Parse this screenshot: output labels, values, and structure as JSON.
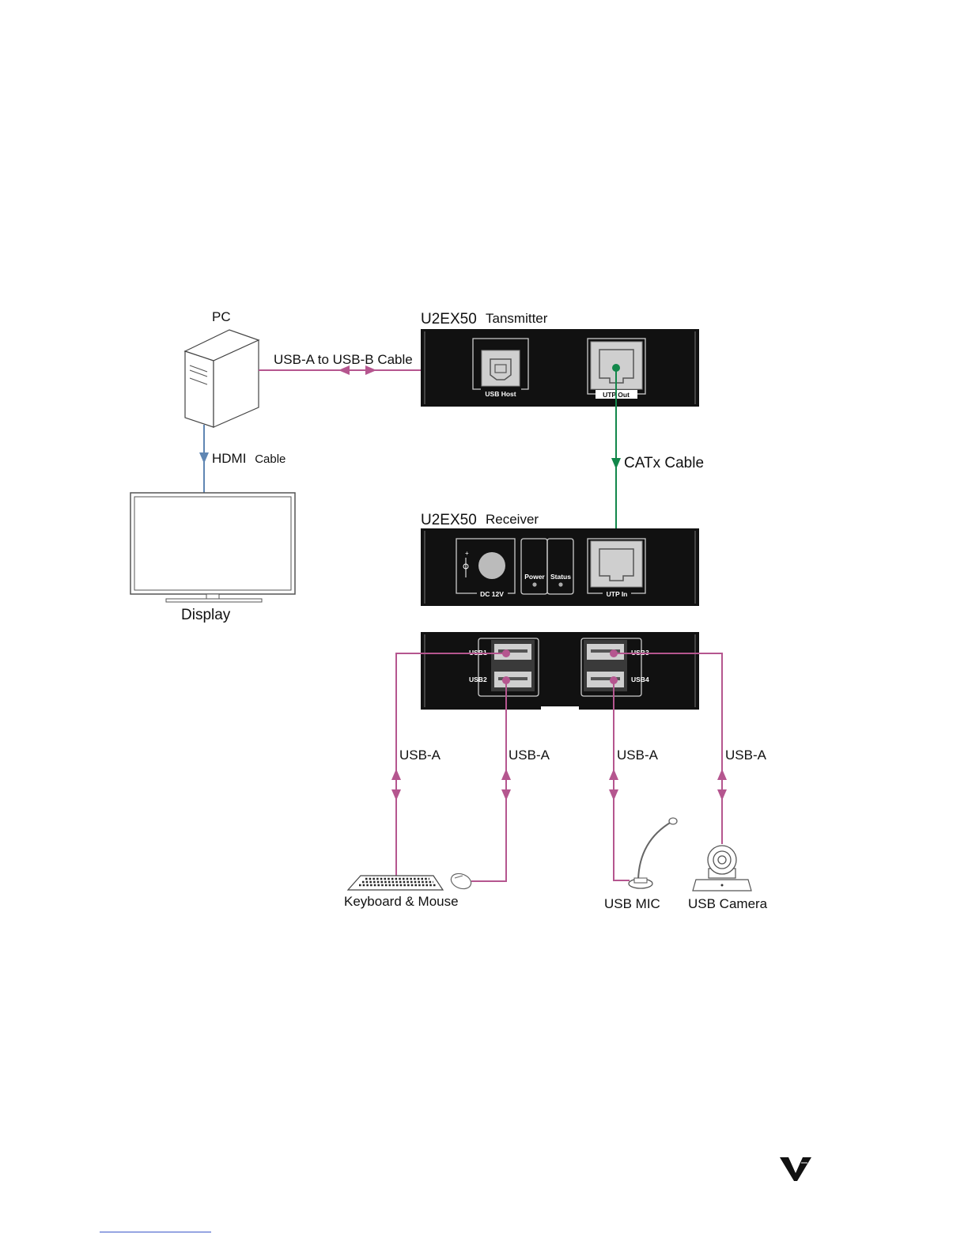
{
  "colors": {
    "usb_line": "#b5568f",
    "catx_line": "#12874a",
    "hdmi_line": "#5f86b3",
    "device_body": "#111111",
    "port_fill": "#cfcfcf"
  },
  "pc": {
    "label": "PC"
  },
  "display": {
    "label": "Display"
  },
  "cables": {
    "usb_ab": "USB-A to USB-B Cable",
    "hdmi": "HDMI",
    "hdmi_suffix": "Cable",
    "catx": "CATx Cable",
    "usb_a": "USB-A"
  },
  "transmitter": {
    "model": "U2EX50",
    "role": "Tansmitter",
    "port_usb_host": "USB Host",
    "port_utp_out": "UTP Out"
  },
  "receiver": {
    "model": "U2EX50",
    "role": "Receiver",
    "port_dc": "DC 12V",
    "led_power": "Power",
    "led_status": "Status",
    "port_utp_in": "UTP In",
    "usb_ports": [
      "USB1",
      "USB2",
      "USB3",
      "USB4"
    ]
  },
  "peripherals": {
    "keyboard_mouse": "Keyboard & Mouse",
    "usb_mic": "USB MIC",
    "usb_camera": "USB Camera"
  },
  "brand": {
    "logo_icon": "v-logo-icon"
  }
}
